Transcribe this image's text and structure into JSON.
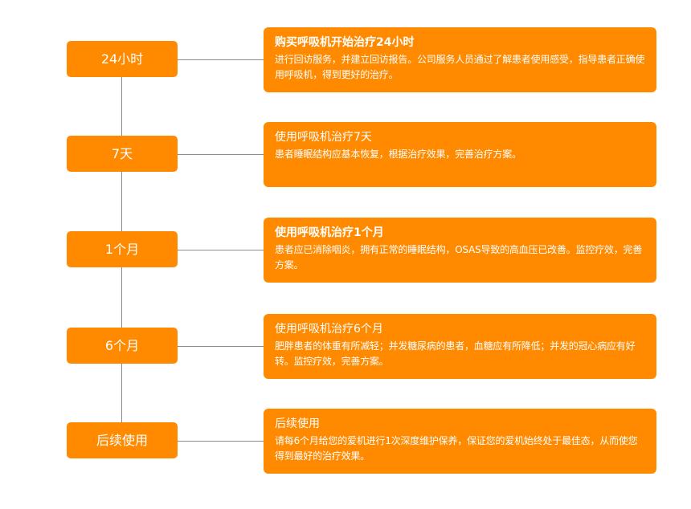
{
  "stages": [
    {
      "label": "24小时",
      "title": "购买呼吸机开始治疗24小时",
      "body": "进行回访服务，并建立回访报告。公司服务人员通过了解患者使用感受，指导患者正确使用呼吸机，得到更好的治疗。"
    },
    {
      "label": "7天",
      "title": "使用呼吸机治疗7天",
      "body": "患者睡眠结构应基本恢复，根据治疗效果，完善治疗方案。"
    },
    {
      "label": "1个月",
      "title": "使用呼吸机治疗1个月",
      "body": "患者应已消除咽炎，拥有正常的睡眠结构，OSAS导致的高血压已改善。监控疗效，完善方案。"
    },
    {
      "label": "6个月",
      "title": "使用呼吸机治疗6个月",
      "body": "肥胖患者的体重有所减轻；并发糖尿病的患者，血糖应有所降低；并发的冠心病应有好转。监控疗效，完善方案。"
    },
    {
      "label": "后续使用",
      "title": "后续使用",
      "body": "请每6个月给您的爱机进行1次深度维护保养，保证您的爱机始终处于最佳态，从而使您得到最好的治疗效果。"
    }
  ],
  "colors": {
    "accent": "#ff8a00",
    "connector": "#8c8c8c",
    "text": "#ffffff"
  }
}
